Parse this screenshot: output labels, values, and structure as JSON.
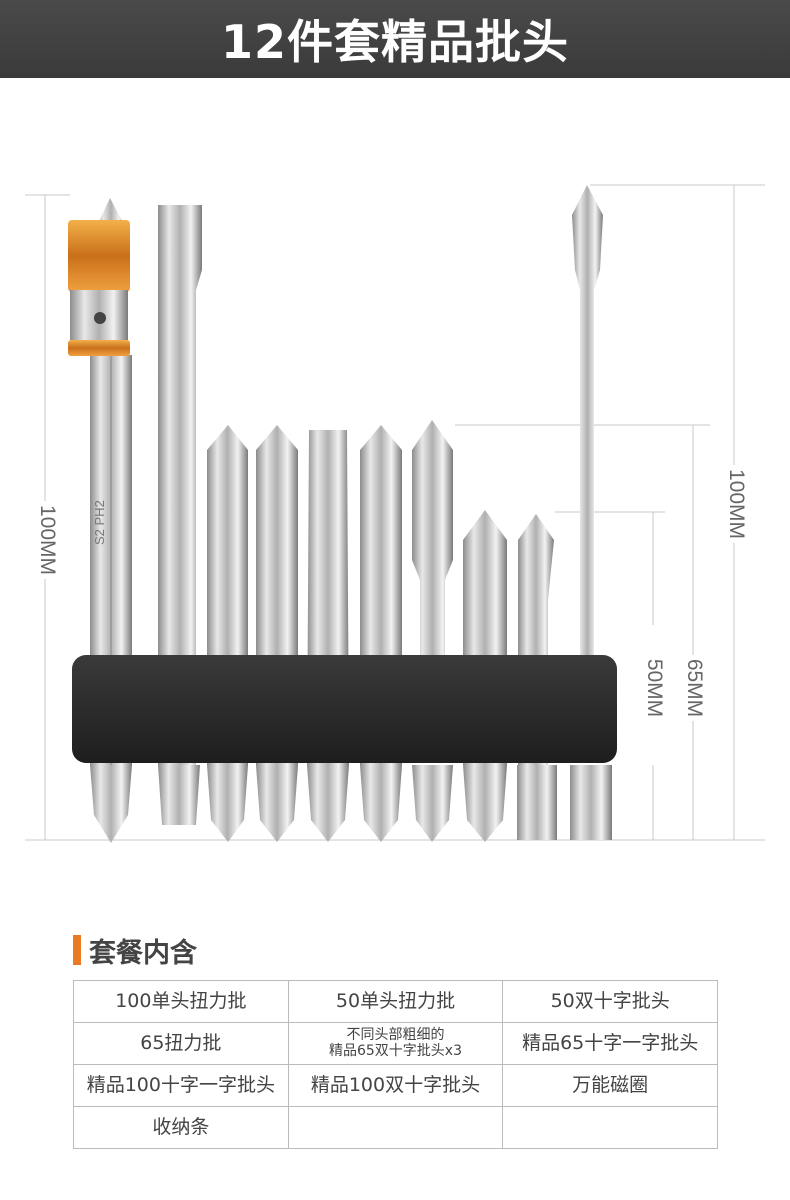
{
  "header": {
    "title": "12件套精品批头"
  },
  "product_image": {
    "bit_marking": "S2 PH2",
    "dimensions": {
      "left": "100MM",
      "right_long": "100MM",
      "right_mid": "65MM",
      "right_short": "50MM"
    },
    "colors": {
      "magnetic_ring": "#e08a1e",
      "holder": "#2a2a2a"
    }
  },
  "package": {
    "title": "套餐内含",
    "accent": "#ec7a25",
    "rows": [
      [
        "100单头扭力批",
        "50单头扭力批",
        "50双十字批头"
      ],
      [
        "65扭力批",
        "不同头部粗细的\n精品65双十字批头x3",
        "精品65十字一字批头"
      ],
      [
        "精品100十字一字批头",
        "精品100双十字批头",
        "万能磁圈"
      ],
      [
        "收纳条",
        "",
        ""
      ]
    ]
  }
}
